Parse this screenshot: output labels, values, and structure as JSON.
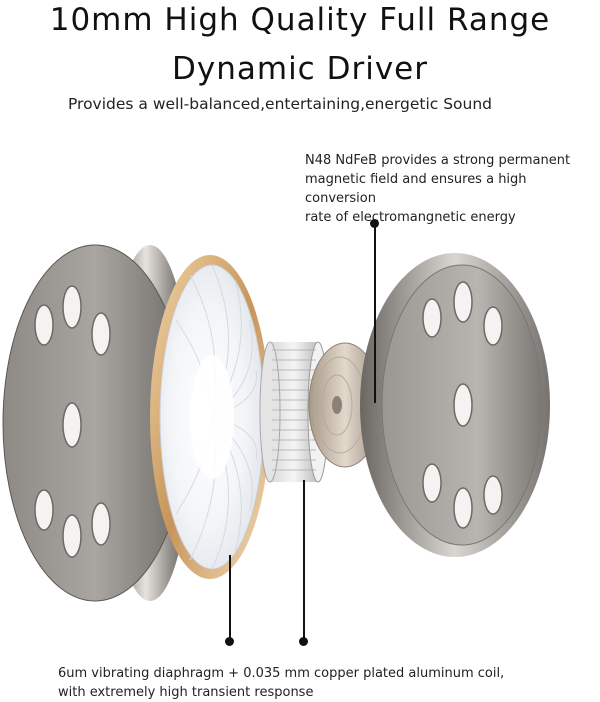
{
  "heading": {
    "line1": "10mm High Quality Full Range",
    "line2": "Dynamic Driver"
  },
  "subheading": "Provides a well-balanced,entertaining,energetic Sound",
  "callouts": {
    "magnet": {
      "line1": "N48 NdFeB provides a strong permanent",
      "line2": "magnetic field and ensures a high conversion",
      "line3": "rate of electromangnetic energy"
    },
    "diaphragm": {
      "line1": "6um vibrating diaphragm + 0.035 mm copper plated aluminum coil,",
      "line2": "with extremely high transient response"
    }
  },
  "colors": {
    "metal_dark": "#6e6a66",
    "metal_light": "#cfccc8",
    "gold_ring": "#d8b07a",
    "pointer": "#111111"
  }
}
